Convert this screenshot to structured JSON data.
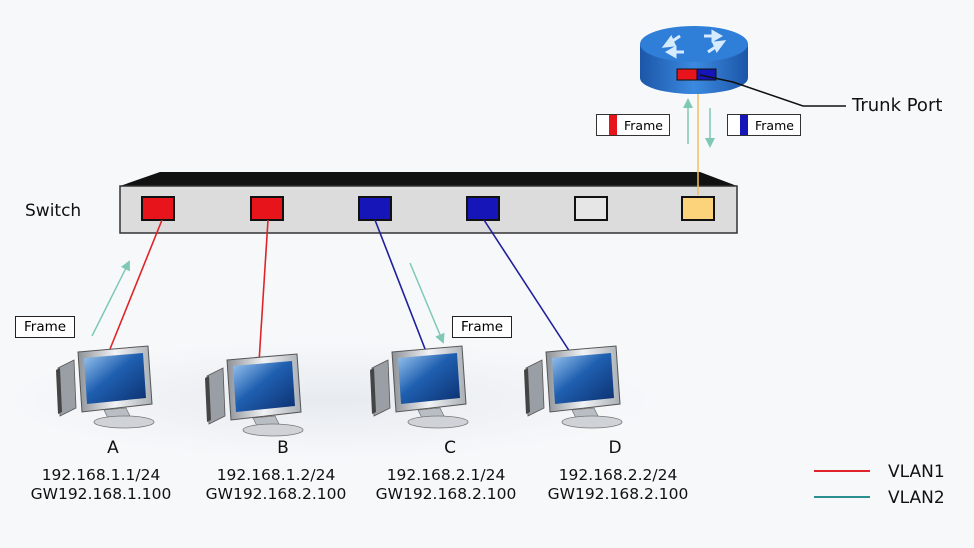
{
  "switch": {
    "label": "Switch"
  },
  "router": {
    "trunk_label": "Trunk Port"
  },
  "frames": {
    "pc_a": "Frame",
    "pc_c": "Frame",
    "router_up": "Frame",
    "router_down": "Frame"
  },
  "pcs": [
    {
      "letter": "A",
      "ip": "192.168.1.1/24",
      "gw": "GW192.168.1.100"
    },
    {
      "letter": "B",
      "ip": "192.168.1.2/24",
      "gw": "GW192.168.2.100"
    },
    {
      "letter": "C",
      "ip": "192.168.2.1/24",
      "gw": "GW192.168.2.100"
    },
    {
      "letter": "D",
      "ip": "192.168.2.2/24",
      "gw": "GW192.168.2.100"
    }
  ],
  "legend": [
    {
      "label": "VLAN1",
      "color": "#e0232a"
    },
    {
      "label": "VLAN2",
      "color": "#2a8f8f"
    }
  ],
  "colors": {
    "vlan1_port": "#e8141c",
    "vlan2_port": "#1515b8",
    "unused_port": "#e6e6e6",
    "trunk_port": "#fcd27a",
    "trunk_line": "#f2c15a",
    "arrow": "#7fc9b4",
    "router": "#2a72c9"
  }
}
